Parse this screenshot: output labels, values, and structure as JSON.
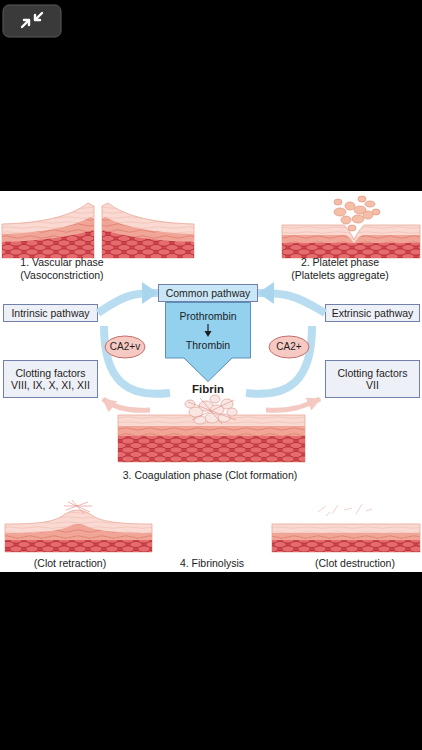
{
  "diagram": {
    "nodes": [
      {
        "text": [
          "Common pathway"
        ]
      },
      {
        "text": [
          "Intrinsic pathway"
        ]
      },
      {
        "text": [
          "Prothrombin",
          "Thrombin"
        ]
      },
      {
        "text": [
          "Extrinsic pathway"
        ]
      },
      {
        "text": [
          "CA2+v"
        ]
      },
      {
        "text": [
          "CA2+"
        ]
      },
      {
        "text": [
          "Clotting factors VIII, IX, X, XI, XII"
        ]
      },
      {
        "text": [
          "Clotting factors VII"
        ]
      }
    ],
    "edges": [
      {
        "from": 1,
        "to": 0,
        "arrow": "to"
      },
      {
        "from": 3,
        "to": 0,
        "arrow": "to"
      }
    ],
    "labels": [
      "1. Vascular phase",
      "(Vasoconstriction)",
      "2. Platelet phase",
      "(Platelets aggregate)",
      "Fibrin",
      "3. Coagulation phase (Clot formation)",
      "(Clot retraction)",
      "4. Fibrinolysis",
      "(Clot destruction)"
    ]
  }
}
